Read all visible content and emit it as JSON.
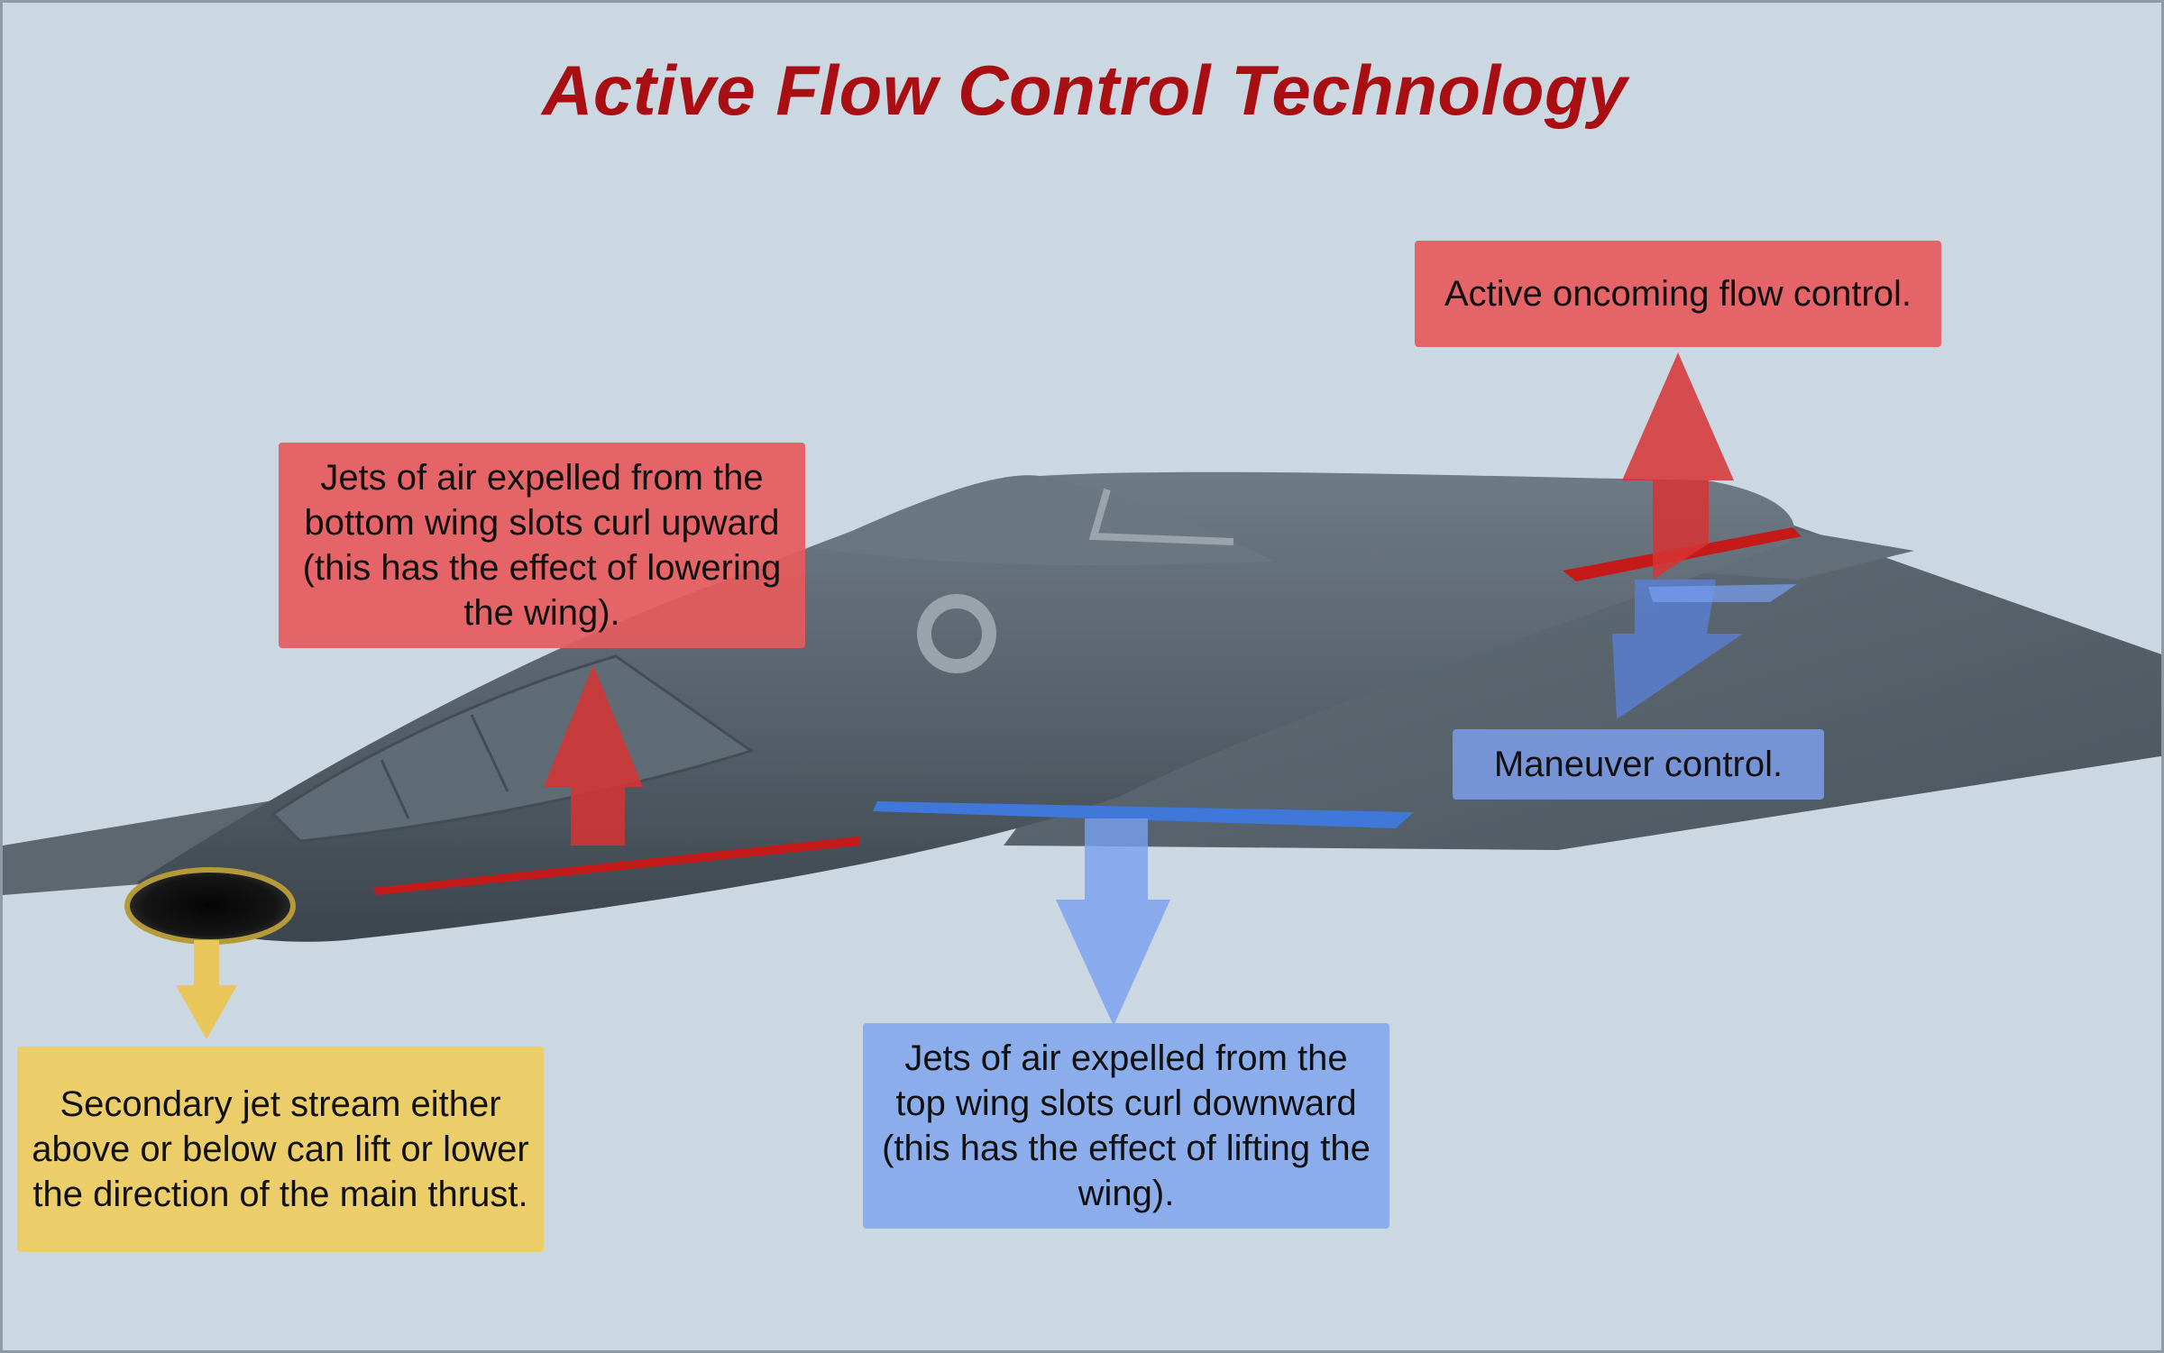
{
  "title": "Active Flow Control Technology",
  "colors": {
    "title": "#a80e12",
    "red_callout": "#e65a5c",
    "blue_callout": "#80a6ec",
    "yellow_callout": "#eccd62",
    "background": "#cbd8e2",
    "aircraft": "#5a6670"
  },
  "callouts": {
    "oncoming_flow": {
      "text": "Active oncoming flow control.",
      "color": "red"
    },
    "bottom_slots": {
      "text": "Jets of air expelled from the bottom wing slots curl upward (this has the effect of lowering the wing).",
      "color": "red"
    },
    "maneuver": {
      "text": "Maneuver control.",
      "color": "blue"
    },
    "top_slots": {
      "text": "Jets of air expelled from the top wing slots curl downward (this has the effect of lifting the wing).",
      "color": "blue"
    },
    "secondary_jet": {
      "text": "Secondary jet stream either above or below can lift or lower the direction of the main thrust.",
      "color": "yellow"
    }
  }
}
